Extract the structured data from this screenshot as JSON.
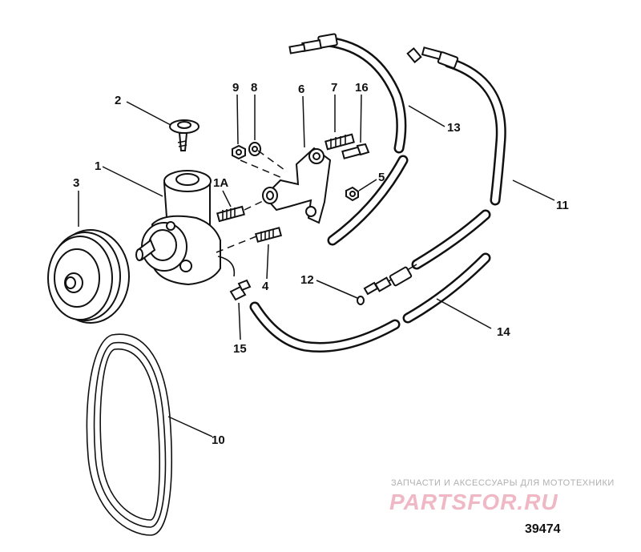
{
  "diagram": {
    "figure_number": "39474",
    "labels": {
      "p1": "1",
      "p1a": "1A",
      "p2": "2",
      "p3": "3",
      "p4": "4",
      "p5": "5",
      "p6": "6",
      "p7": "7",
      "p8": "8",
      "p9": "9",
      "p10": "10",
      "p11": "11",
      "p12": "12",
      "p13": "13",
      "p14": "14",
      "p15": "15",
      "p16": "16"
    }
  },
  "watermark": {
    "caption": "ЗАПЧАСТИ И АКСЕССУАРЫ ДЛЯ МОТОТЕХНИКИ",
    "logo": "PARTSFOR.RU"
  }
}
